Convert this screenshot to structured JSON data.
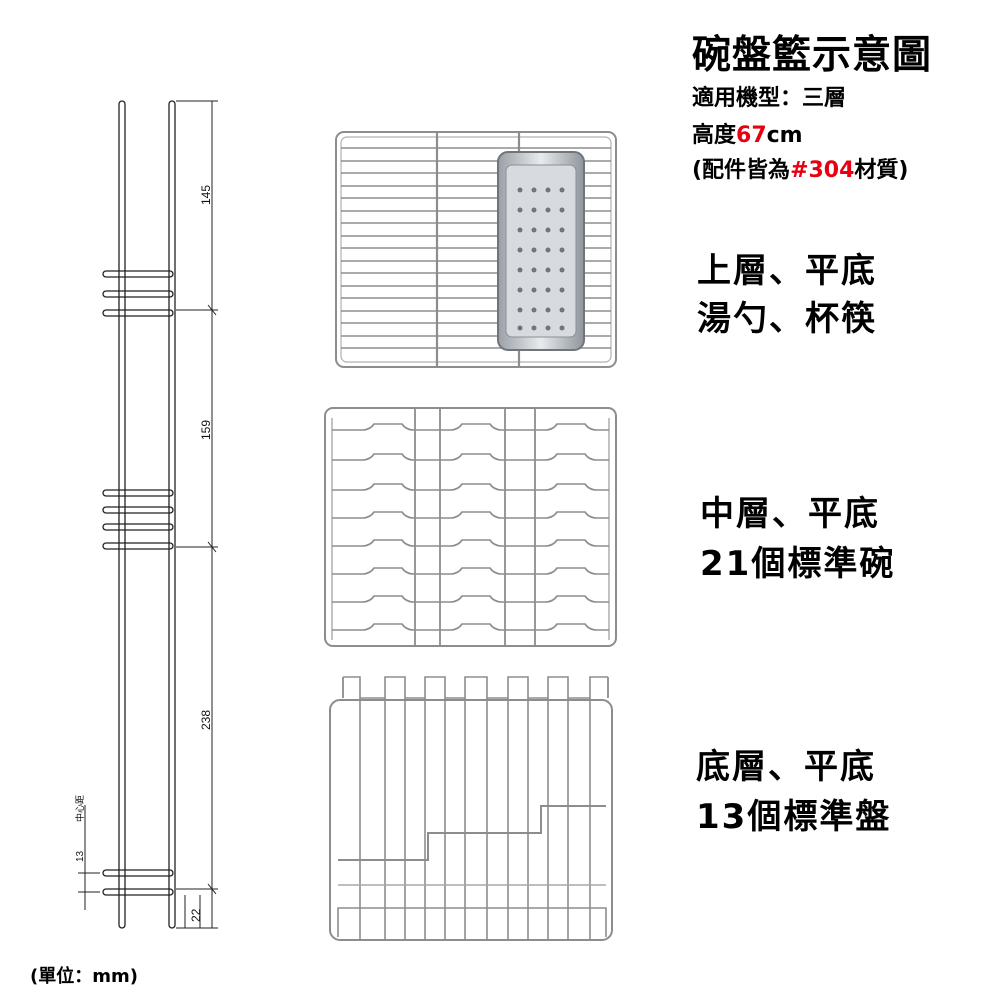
{
  "header": {
    "title": "碗盤籃示意圖",
    "model": "適用機型：三層",
    "height_prefix": "高度",
    "height_value": "67",
    "height_unit": "cm",
    "material_prefix": "(配件皆為",
    "material_value": "#304",
    "material_suffix": "材質)"
  },
  "tiers": [
    {
      "line1": "上層、平底",
      "line2": "湯勺、杯筷"
    },
    {
      "line1": "中層、平底",
      "line2": "21個標準碗"
    },
    {
      "line1": "底層、平底",
      "line2": "13個標準盤"
    }
  ],
  "drawing": {
    "dims": [
      "145",
      "159",
      "238",
      "22",
      "13"
    ],
    "center_label": "中心距"
  },
  "footer": {
    "unit": "(單位：mm)"
  },
  "colors": {
    "accent_red": "#e60012",
    "wire": "#9a9a9a"
  }
}
